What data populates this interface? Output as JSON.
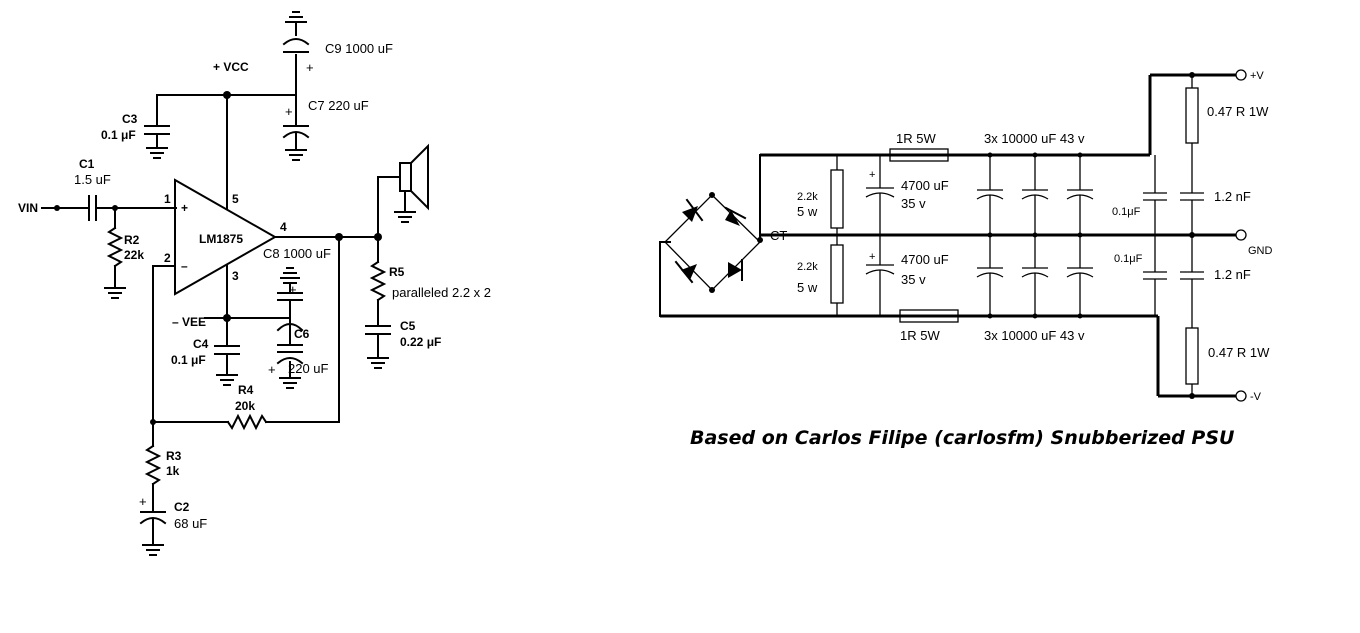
{
  "amp": {
    "vin": "VIN",
    "c1": "C1",
    "c1_val": "1.5 uF",
    "r2": "R2",
    "r2_val": "22k",
    "c3": "C3",
    "c3_val": "0.1 μF",
    "vcc": "+ VCC",
    "c9": "C9 1000 uF",
    "c7": "C7 220 uF",
    "ic": "LM1875",
    "pin1": "1",
    "pin2": "2",
    "pin3": "3",
    "pin4": "4",
    "pin5": "5",
    "c8": "C8 1000 uF",
    "c6": "C6",
    "c6_val": "220 uF",
    "vee": "– VEE",
    "c4": "C4",
    "c4_val": "0.1 μF",
    "r4": "R4",
    "r4_val": "20k",
    "r3": "R3",
    "r3_val": "1k",
    "c2": "C2",
    "c2_val": "68 uF",
    "r5": "R5",
    "r5_val": "paralleled 2.2 x 2",
    "c5": "C5",
    "c5_val": "0.22 μF",
    "plus": "+",
    "minus": "–"
  },
  "psu": {
    "ct": "CT",
    "r_top": "1R 5W",
    "caps_top": "3x 10000 uF 43 v",
    "r_bot": "1R 5W",
    "caps_bot": "3x 10000 uF 43 v",
    "bleed_top": "2.2k",
    "bleed_top_w": "5 w",
    "bleed_bot": "2.2k",
    "bleed_bot_w": "5 w",
    "c_top": "4700 uF",
    "c_top_v": "35 v",
    "c_bot": "4700 uF",
    "c_bot_v": "35 v",
    "snub_top": "0.1μF",
    "snub_bot": "0.1μF",
    "hf_top": "1.2 nF",
    "hf_bot": "1.2 nF",
    "r_out_top": "0.47 R 1W",
    "r_out_bot": "0.47 R 1W",
    "vplus": "+V",
    "gnd": "GND",
    "vminus": "-V"
  },
  "caption": "Based on Carlos Filipe (carlosfm) Snubberized PSU"
}
